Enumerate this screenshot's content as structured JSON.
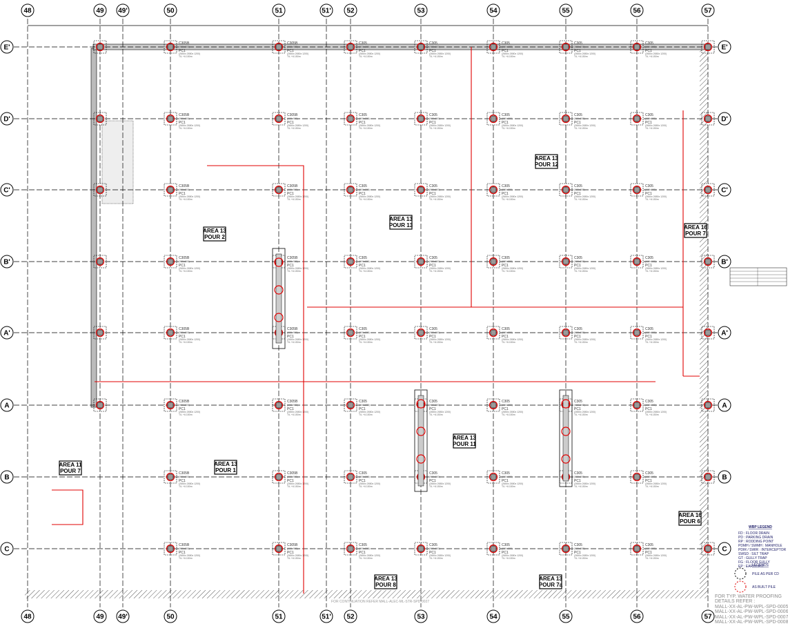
{
  "drawing": {
    "grid_columns": [
      "48",
      "49",
      "49'",
      "50",
      "51",
      "51'",
      "52",
      "53",
      "54",
      "55",
      "56",
      "57"
    ],
    "grid_rows": [
      "E'",
      "D'",
      "C'",
      "B'",
      "A'",
      "A",
      "B",
      "C"
    ],
    "column_tag": "C305",
    "column_tag_alt": "C305B",
    "pile_cap_tag": "PC1",
    "column_size": "(900x900)",
    "pile_cap_spec": "(2650x 2650x 1200)",
    "pile_cap_level": "T/L +6.150m",
    "areas": [
      {
        "line1": "AREA 13",
        "line2": "POUR 12"
      },
      {
        "line1": "AREA 13",
        "line2": "POUR 13"
      },
      {
        "line1": "AREA 13",
        "line2": "POUR 2"
      },
      {
        "line1": "AREA 16",
        "line2": "POUR 7"
      },
      {
        "line1": "AREA 13",
        "line2": "POUR 11"
      },
      {
        "line1": "AREA 11",
        "line2": "POUR 7"
      },
      {
        "line1": "AREA 13",
        "line2": "POUR 1"
      },
      {
        "line1": "AREA 16",
        "line2": "POUR 6"
      },
      {
        "line1": "AREA 13",
        "line2": "POUR 8"
      },
      {
        "line1": "AREA 13",
        "line2": "POUR 7a"
      }
    ],
    "bottom_note": "FOR CONTINUATION REFER MALL-ALEC-ML-STR-SPD-0027",
    "colors": {
      "pour_boundary": "#e00000",
      "as_built_pile": "#e00000",
      "grid": "#000000",
      "hatch": "#555555"
    }
  },
  "legend": {
    "wbp_title": "WBP LEGEND",
    "wbp_items": [
      "FD : FLOOR DRAIN",
      "PD : PARKING DRAIN",
      "RP : RODDING POINT",
      "PDMH / SWMH : MANHOLE",
      "PDIR / SWIR : INTERCEPTOR",
      "SWSD : SILT TRAP",
      "GT : GULLY TRAP",
      "FG : FLOOR GULLY",
      "EP : EARTH PIT"
    ],
    "title": "LEGENDS",
    "pile_as_per_cd": "PILE AS PER CD",
    "as_built_pile": "AS BUILT PILE",
    "waterproof_note": "FOR TYP. WATER PROOFING DETAILS REFER :",
    "waterproof_refs": [
      "MALL-XX-AL-PW-WPL-SPD-0005",
      "MALL-XX-AL-PW-WPL-SPD-0006",
      "MALL-XX-AL-PW-WPL-SPD-0007",
      "MALL-XX-AL-PW-WPL-SPD-0008"
    ]
  }
}
